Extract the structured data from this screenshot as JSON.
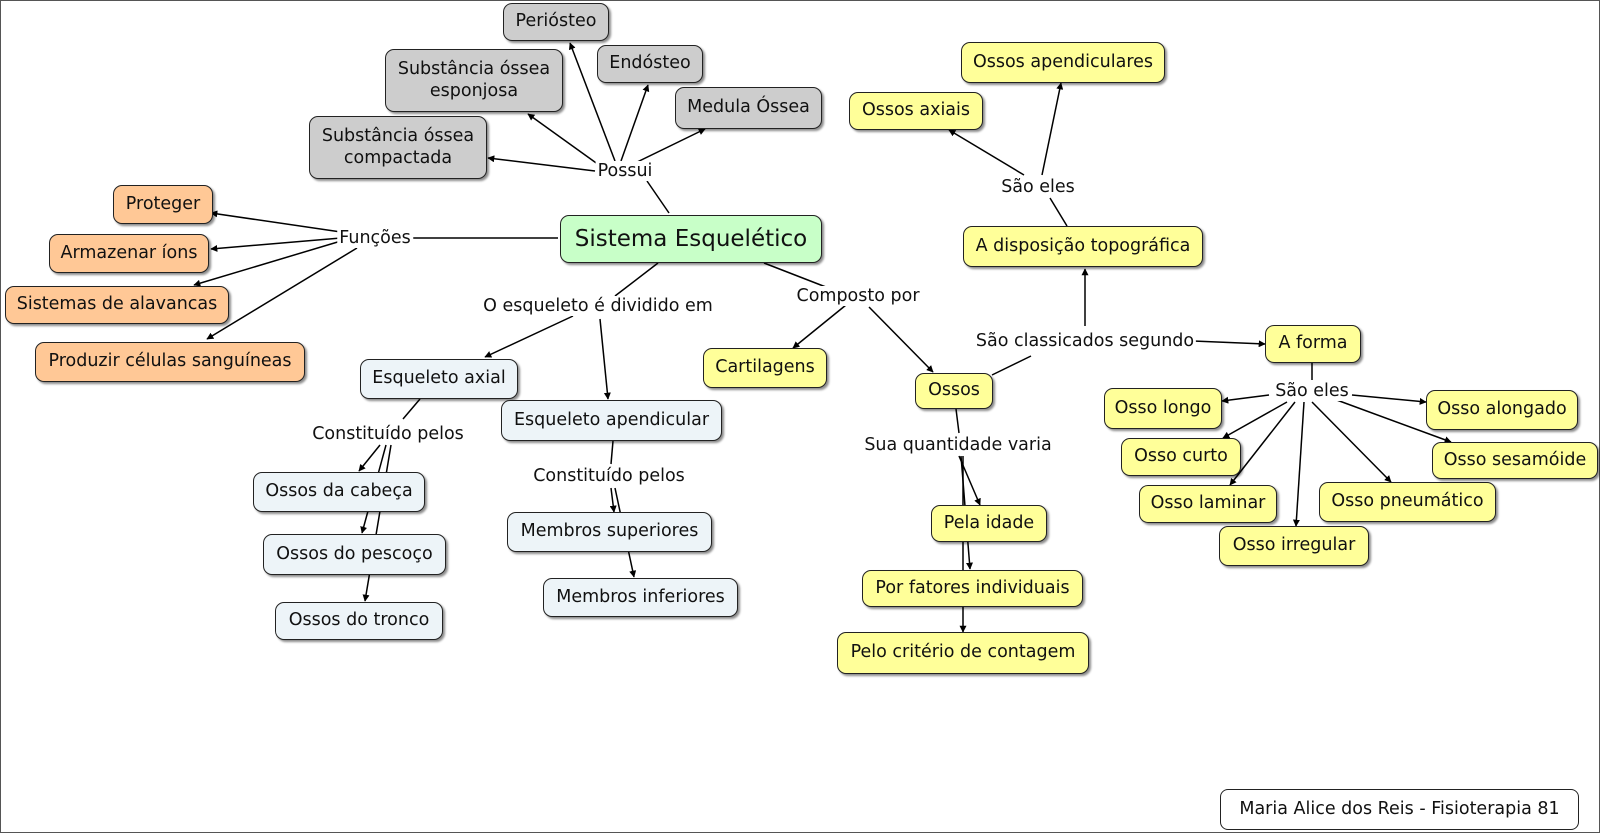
{
  "root": "Sistema Esquelético",
  "composition": {
    "link": "Possui",
    "items": [
      "Periósteo",
      "Endósteo",
      "Medula Óssea",
      "Substância óssea esponjosa",
      "Substância óssea compactada"
    ]
  },
  "functions": {
    "link": "Funções",
    "items": [
      "Proteger",
      "Armazenar íons",
      "Sistemas de alavancas",
      "Produzir células sanguíneas"
    ]
  },
  "division": {
    "link": "O esqueleto é dividido em",
    "axial": {
      "title": "Esqueleto axial",
      "link": "Constituído pelos",
      "items": [
        "Ossos da cabeça",
        "Ossos do pescoço",
        "Ossos do tronco"
      ]
    },
    "appendicular": {
      "title": "Esqueleto apendicular",
      "link": "Constituído pelos",
      "items": [
        "Membros superiores",
        "Membros inferiores"
      ]
    }
  },
  "composed": {
    "link": "Composto por",
    "cartilage": "Cartilagens",
    "bones": "Ossos"
  },
  "quantity": {
    "link": "Sua quantidade varia",
    "items": [
      "Pela idade",
      "Por fatores individuais",
      "Pelo critério de contagem"
    ]
  },
  "classification": {
    "link": "São classicados segundo",
    "topographic": {
      "title": "A disposição topográfica",
      "link": "São eles",
      "items": [
        "Ossos axiais",
        "Ossos apendiculares"
      ]
    },
    "shape": {
      "title": "A forma",
      "link": "São eles",
      "items": [
        "Osso longo",
        "Osso curto",
        "Osso laminar",
        "Osso irregular",
        "Osso pneumático",
        "Osso sesamóide",
        "Osso alongado"
      ]
    }
  },
  "credit": "Maria Alice dos Reis - Fisioterapia 81"
}
